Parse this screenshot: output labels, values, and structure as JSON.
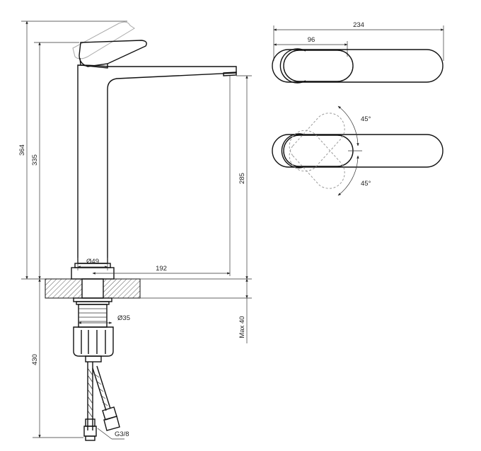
{
  "dimensions": {
    "total_height": "364",
    "spout_height": "335",
    "outlet_height": "285",
    "body_diameter": "Ø49",
    "spout_reach": "192",
    "shank_diameter": "Ø35",
    "max_deck": "Max 40",
    "hose_length": "430",
    "hose_thread": "G3/8",
    "top_width": "234",
    "handle_width": "96",
    "angle_upper": "45°",
    "angle_lower": "45°"
  },
  "colors": {
    "line": "#111111",
    "ghost_line": "#9a9a9a",
    "hatch": "#555555",
    "background": "#ffffff"
  }
}
